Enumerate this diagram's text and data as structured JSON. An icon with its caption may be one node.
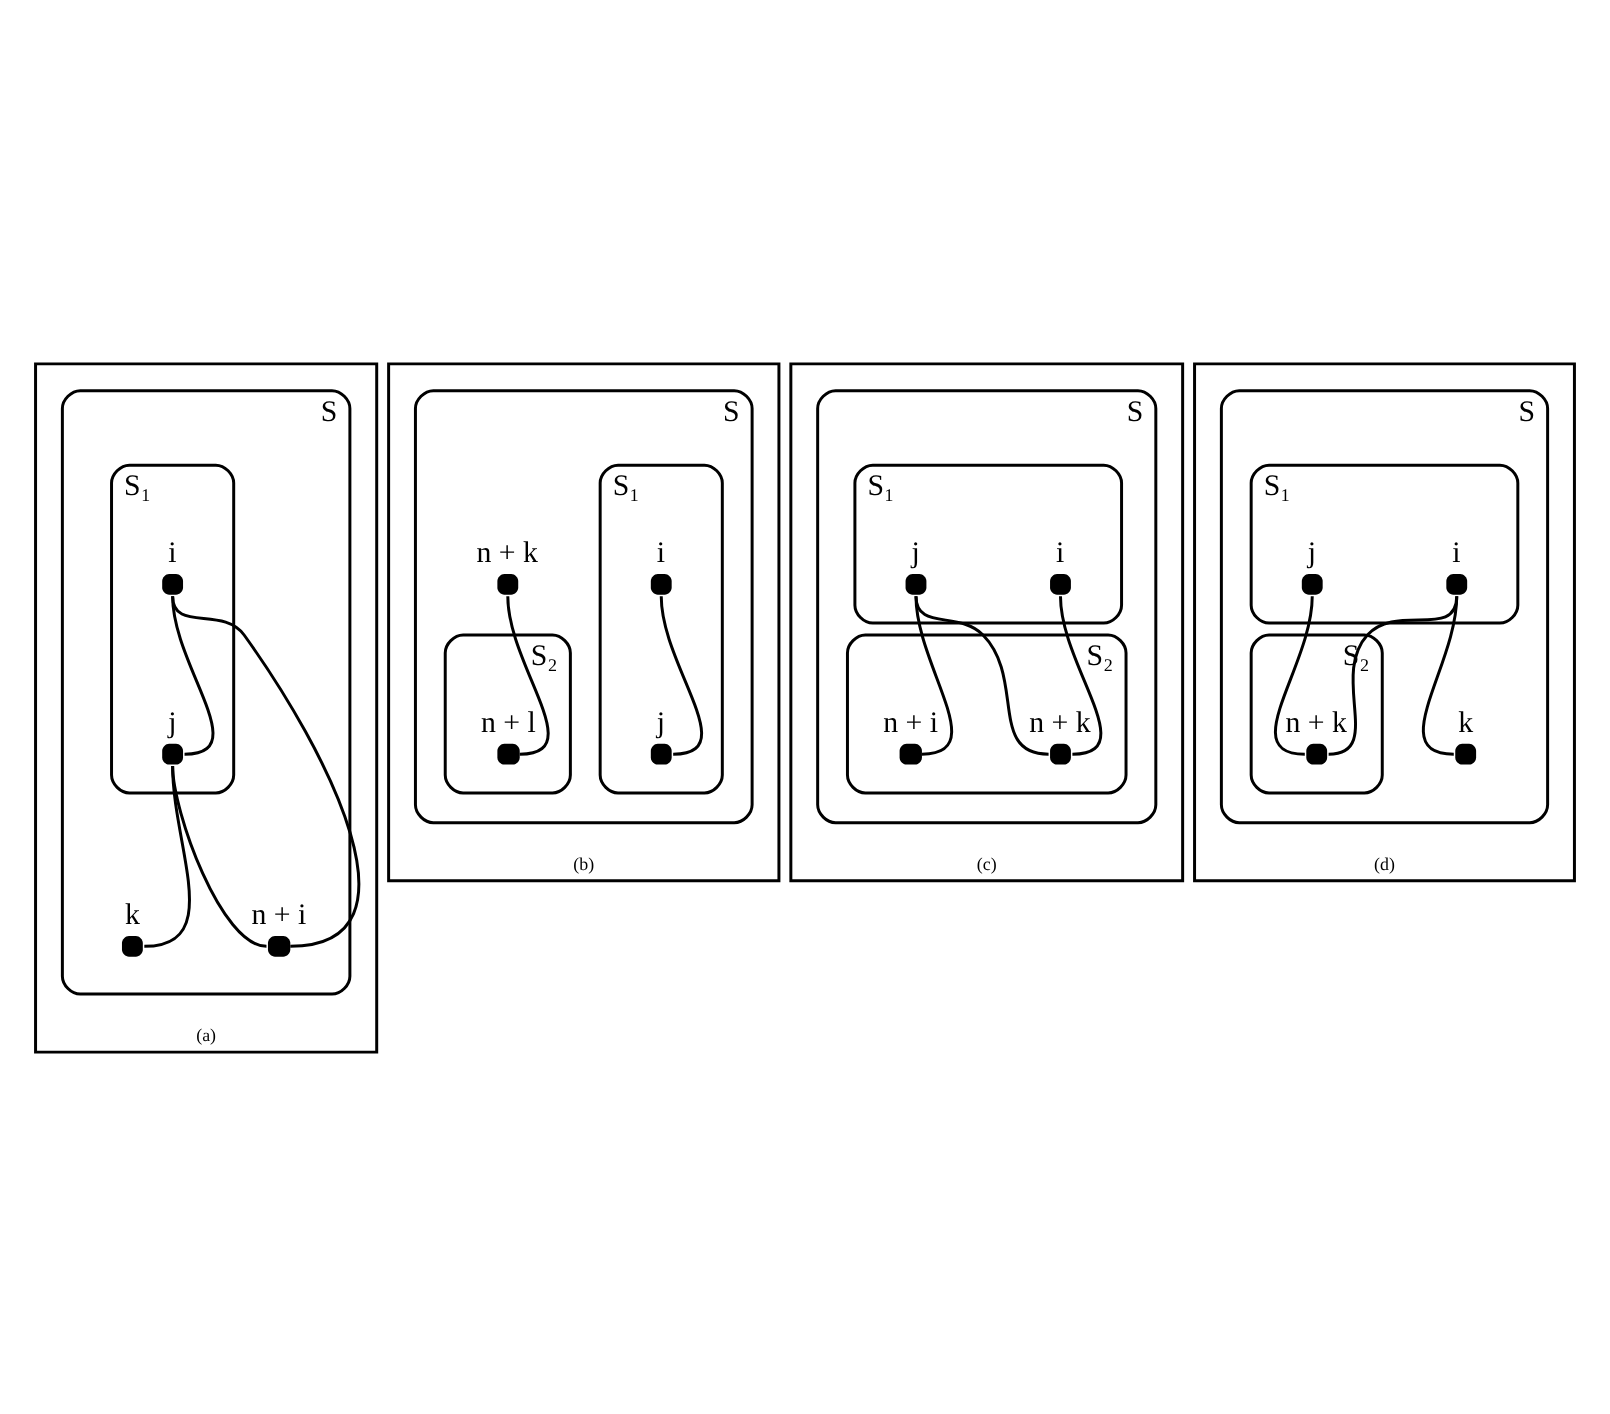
{
  "diagram": {
    "nodes": [
      {
        "text": [
          "(a)"
        ]
      },
      {
        "text": [
          "S"
        ],
        "in": 0
      },
      {
        "text": [
          "S₁"
        ],
        "in": 1
      },
      {
        "text": [],
        "shape": "circle",
        "beside": [
          "i"
        ],
        "in": 2
      },
      {
        "text": [],
        "shape": "circle",
        "beside": [
          "j"
        ],
        "in": 2
      },
      {
        "text": [],
        "shape": "circle",
        "beside": [
          "n + i"
        ],
        "in": 1
      },
      {
        "text": [],
        "shape": "circle",
        "beside": [
          "k"
        ],
        "in": 1
      },
      {
        "text": [
          "(b)"
        ]
      },
      {
        "text": [
          "S"
        ],
        "in": 7
      },
      {
        "text": [
          "S₁"
        ],
        "in": 8
      },
      {
        "text": [],
        "shape": "circle",
        "beside": [
          "i"
        ],
        "in": 9
      },
      {
        "text": [],
        "shape": "circle",
        "beside": [
          "j"
        ],
        "in": 9
      },
      {
        "text": [],
        "shape": "circle",
        "beside": [
          "n + k"
        ],
        "in": 8
      },
      {
        "text": [
          "S₂"
        ],
        "in": 8
      },
      {
        "text": [],
        "shape": "circle",
        "beside": [
          "n + l"
        ],
        "in": 13
      },
      {
        "text": [
          "(c)"
        ]
      },
      {
        "text": [
          "S"
        ],
        "in": 15
      },
      {
        "text": [
          "S₁"
        ],
        "in": 16
      },
      {
        "text": [],
        "shape": "circle",
        "beside": [
          "i"
        ],
        "in": 17
      },
      {
        "text": [],
        "shape": "circle",
        "beside": [
          "j"
        ],
        "in": 17
      },
      {
        "text": [
          "S₂"
        ],
        "in": 16
      },
      {
        "text": [],
        "shape": "circle",
        "beside": [
          "n + k"
        ],
        "in": 20
      },
      {
        "text": [],
        "shape": "circle",
        "beside": [
          "n + i"
        ],
        "in": 20
      },
      {
        "text": [
          "(d)"
        ]
      },
      {
        "text": [
          "S"
        ],
        "in": 23
      },
      {
        "text": [
          "S₁"
        ],
        "in": 24
      },
      {
        "text": [],
        "shape": "circle",
        "beside": [
          "i"
        ],
        "in": 25
      },
      {
        "text": [],
        "shape": "circle",
        "beside": [
          "j"
        ],
        "in": 25
      },
      {
        "text": [
          "S₂"
        ],
        "in": 24
      },
      {
        "text": [],
        "shape": "circle",
        "beside": [
          "n + k"
        ],
        "in": 28
      },
      {
        "text": [],
        "shape": "circle",
        "beside": [
          "k"
        ],
        "in": 24
      }
    ],
    "edges": [
      {
        "from": 3,
        "to": 5,
        "arrow": "none"
      },
      {
        "from": 4,
        "to": 5,
        "arrow": "none"
      },
      {
        "from": 4,
        "to": 6,
        "arrow": "none"
      },
      {
        "from": 3,
        "to": 4,
        "arrow": "none"
      },
      {
        "from": 10,
        "to": 11,
        "arrow": "none"
      },
      {
        "from": 12,
        "to": 14,
        "arrow": "none"
      },
      {
        "from": 18,
        "to": 21,
        "arrow": "none"
      },
      {
        "from": 19,
        "to": 21,
        "arrow": "none"
      },
      {
        "from": 19,
        "to": 22,
        "arrow": "none"
      },
      {
        "from": 26,
        "to": 29,
        "arrow": "none"
      },
      {
        "from": 26,
        "to": 30,
        "arrow": "none"
      },
      {
        "from": 27,
        "to": 29,
        "arrow": "none"
      }
    ]
  }
}
